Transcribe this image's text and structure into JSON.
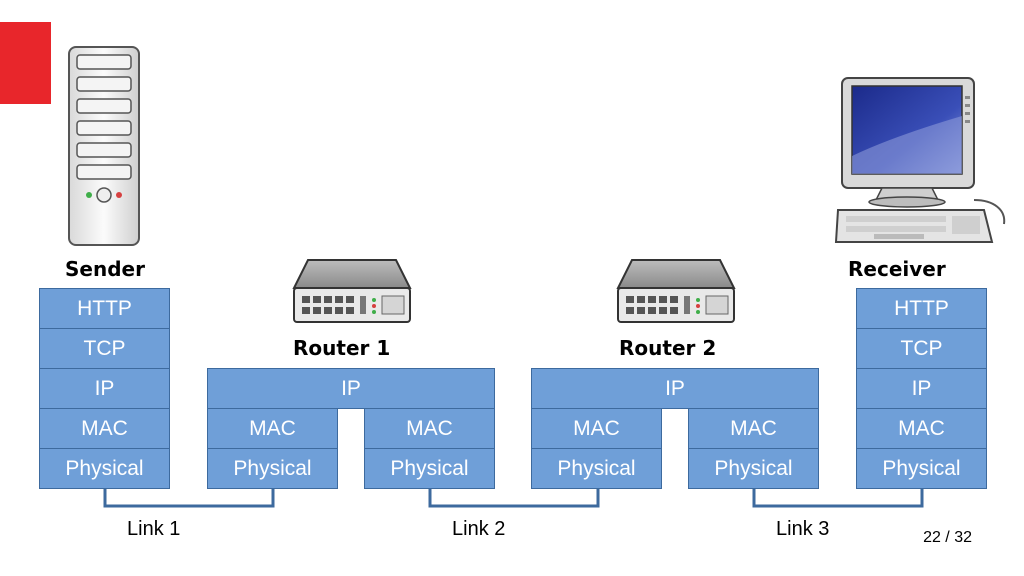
{
  "sender": {
    "label": "Sender",
    "layers": [
      "HTTP",
      "TCP",
      "IP",
      "MAC",
      "Physical"
    ]
  },
  "router1": {
    "label": "Router 1",
    "ip": "IP",
    "left_mac": "MAC",
    "left_phy": "Physical",
    "right_mac": "MAC",
    "right_phy": "Physical"
  },
  "router2": {
    "label": "Router 2",
    "ip": "IP",
    "left_mac": "MAC",
    "left_phy": "Physical",
    "right_mac": "MAC",
    "right_phy": "Physical"
  },
  "receiver": {
    "label": "Receiver",
    "layers": [
      "HTTP",
      "TCP",
      "IP",
      "MAC",
      "Physical"
    ]
  },
  "links": [
    "Link 1",
    "Link 2",
    "Link 3"
  ],
  "page": {
    "current": "22",
    "total": "32",
    "separator": " / "
  },
  "colors": {
    "accent": "#e8262b",
    "layer_fill": "#6f9fd8",
    "layer_border": "#3d6a9e",
    "wire": "#3d6a9e"
  },
  "icons": {
    "sender": "server-tower-icon",
    "router": "network-router-icon",
    "receiver": "desktop-computer-icon"
  }
}
